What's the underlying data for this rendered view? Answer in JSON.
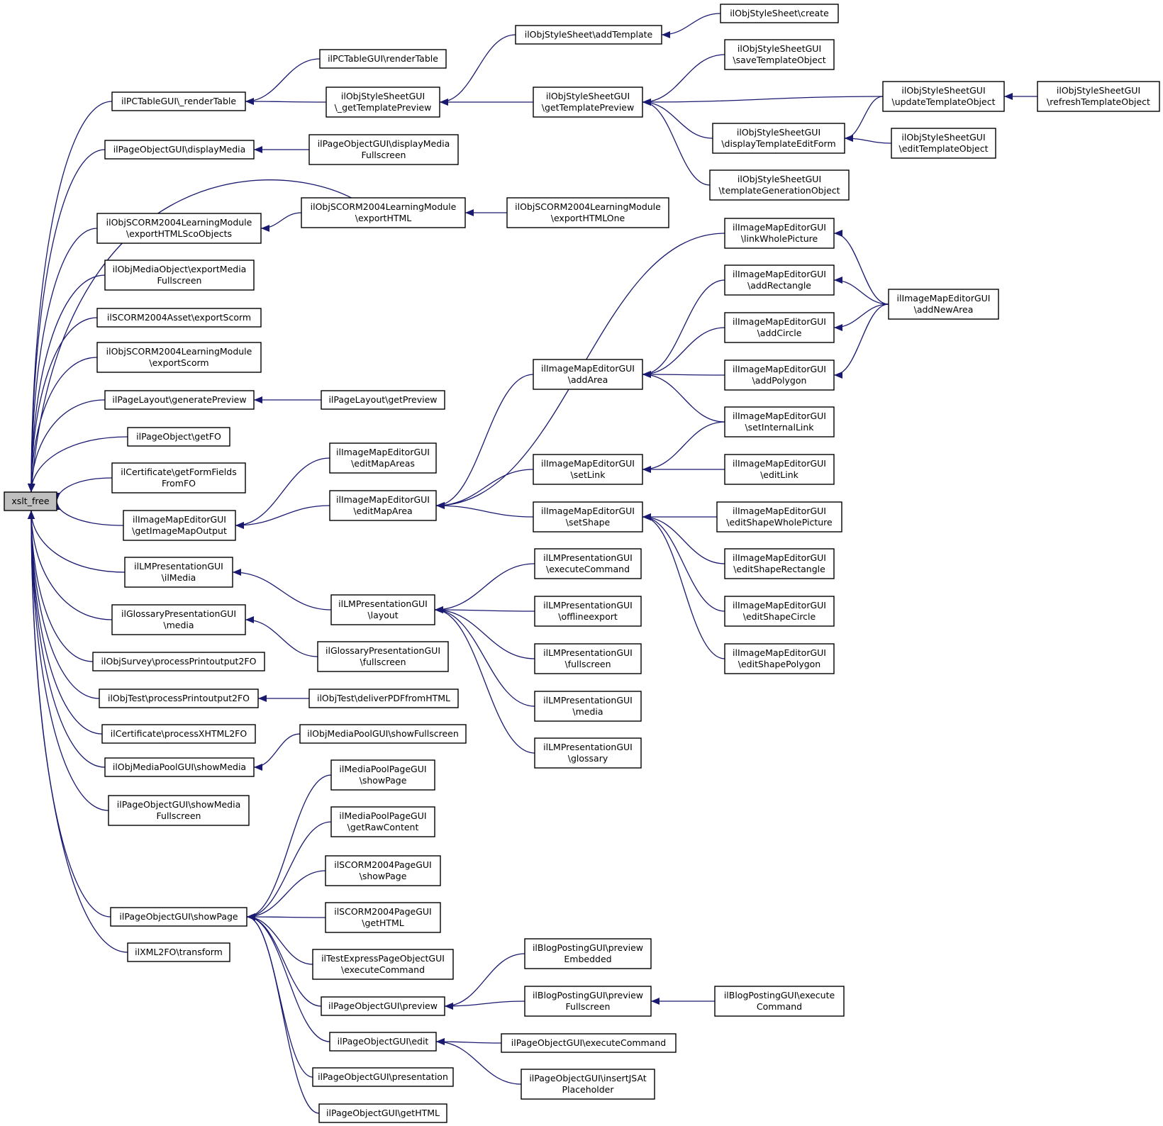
{
  "graph": {
    "title": "",
    "root": "xslt_free",
    "colors": {
      "edge": "#191970",
      "root_fill": "#bfbfbf",
      "node_fill": "#ffffff",
      "node_border": "#000000"
    },
    "nodes": [
      {
        "id": "n0",
        "lines": [
          "xslt_free"
        ]
      },
      {
        "id": "n1",
        "lines": [
          "ilPCTableGUI\\_renderTable"
        ]
      },
      {
        "id": "n2",
        "lines": [
          "ilPageObjectGUI\\displayMedia"
        ]
      },
      {
        "id": "n3",
        "lines": [
          "ilObjSCORM2004LearningModule",
          "\\exportHTMLScoObjects"
        ]
      },
      {
        "id": "n4",
        "lines": [
          "ilObjMediaObject\\exportMedia",
          "Fullscreen"
        ]
      },
      {
        "id": "n5",
        "lines": [
          "ilSCORM2004Asset\\exportScorm"
        ]
      },
      {
        "id": "n6",
        "lines": [
          "ilObjSCORM2004LearningModule",
          "\\exportScorm"
        ]
      },
      {
        "id": "n7",
        "lines": [
          "ilPageLayout\\generatePreview"
        ]
      },
      {
        "id": "n8",
        "lines": [
          "ilPageObject\\getFO"
        ]
      },
      {
        "id": "n9",
        "lines": [
          "ilCertificate\\getFormFields",
          "FromFO"
        ]
      },
      {
        "id": "n10",
        "lines": [
          "ilImageMapEditorGUI",
          "\\getImageMapOutput"
        ]
      },
      {
        "id": "n11",
        "lines": [
          "ilLMPresentationGUI",
          "\\ilMedia"
        ]
      },
      {
        "id": "n12",
        "lines": [
          "ilGlossaryPresentationGUI",
          "\\media"
        ]
      },
      {
        "id": "n13",
        "lines": [
          "ilObjSurvey\\processPrintoutput2FO"
        ]
      },
      {
        "id": "n14",
        "lines": [
          "ilObjTest\\processPrintoutput2FO"
        ]
      },
      {
        "id": "n15",
        "lines": [
          "ilCertificate\\processXHTML2FO"
        ]
      },
      {
        "id": "n16",
        "lines": [
          "ilObjMediaPoolGUI\\showMedia"
        ]
      },
      {
        "id": "n17",
        "lines": [
          "ilPageObjectGUI\\showMedia",
          "Fullscreen"
        ]
      },
      {
        "id": "n18",
        "lines": [
          "ilPageObjectGUI\\showPage"
        ]
      },
      {
        "id": "n19",
        "lines": [
          "ilXML2FO\\transform"
        ]
      },
      {
        "id": "n20",
        "lines": [
          "ilPCTableGUI\\renderTable"
        ]
      },
      {
        "id": "n21",
        "lines": [
          "ilObjStyleSheetGUI",
          "\\_getTemplatePreview"
        ]
      },
      {
        "id": "n22",
        "lines": [
          "ilPageObjectGUI\\displayMedia",
          "Fullscreen"
        ]
      },
      {
        "id": "n23",
        "lines": [
          "ilObjSCORM2004LearningModule",
          "\\exportHTML"
        ]
      },
      {
        "id": "n24",
        "lines": [
          "ilPageLayout\\getPreview"
        ]
      },
      {
        "id": "n25",
        "lines": [
          "ilImageMapEditorGUI",
          "\\editMapAreas"
        ]
      },
      {
        "id": "n26",
        "lines": [
          "ilImageMapEditorGUI",
          "\\editMapArea"
        ]
      },
      {
        "id": "n27",
        "lines": [
          "ilLMPresentationGUI",
          "\\layout"
        ]
      },
      {
        "id": "n28",
        "lines": [
          "ilGlossaryPresentationGUI",
          "\\fullscreen"
        ]
      },
      {
        "id": "n29",
        "lines": [
          "ilObjTest\\deliverPDFfromHTML"
        ]
      },
      {
        "id": "n30",
        "lines": [
          "ilObjMediaPoolGUI\\showFullscreen"
        ]
      },
      {
        "id": "n31",
        "lines": [
          "ilMediaPoolPageGUI",
          "\\showPage"
        ]
      },
      {
        "id": "n32",
        "lines": [
          "ilMediaPoolPageGUI",
          "\\getRawContent"
        ]
      },
      {
        "id": "n33",
        "lines": [
          "ilSCORM2004PageGUI",
          "\\showPage"
        ]
      },
      {
        "id": "n34",
        "lines": [
          "ilSCORM2004PageGUI",
          "\\getHTML"
        ]
      },
      {
        "id": "n35",
        "lines": [
          "ilTestExpressPageObjectGUI",
          "\\executeCommand"
        ]
      },
      {
        "id": "n36",
        "lines": [
          "ilPageObjectGUI\\preview"
        ]
      },
      {
        "id": "n37",
        "lines": [
          "ilPageObjectGUI\\edit"
        ]
      },
      {
        "id": "n38",
        "lines": [
          "ilPageObjectGUI\\presentation"
        ]
      },
      {
        "id": "n39",
        "lines": [
          "ilPageObjectGUI\\getHTML"
        ]
      },
      {
        "id": "n40",
        "lines": [
          "ilObjStyleSheet\\addTemplate"
        ]
      },
      {
        "id": "n41",
        "lines": [
          "ilObjStyleSheetGUI",
          "\\getTemplatePreview"
        ]
      },
      {
        "id": "n42",
        "lines": [
          "ilObjSCORM2004LearningModule",
          "\\exportHTMLOne"
        ]
      },
      {
        "id": "n43",
        "lines": [
          "ilImageMapEditorGUI",
          "\\addArea"
        ]
      },
      {
        "id": "n44",
        "lines": [
          "ilImageMapEditorGUI",
          "\\setLink"
        ]
      },
      {
        "id": "n45",
        "lines": [
          "ilImageMapEditorGUI",
          "\\setShape"
        ]
      },
      {
        "id": "n46",
        "lines": [
          "ilLMPresentationGUI",
          "\\executeCommand"
        ]
      },
      {
        "id": "n47",
        "lines": [
          "ilLMPresentationGUI",
          "\\offlineexport"
        ]
      },
      {
        "id": "n48",
        "lines": [
          "ilLMPresentationGUI",
          "\\fullscreen"
        ]
      },
      {
        "id": "n49",
        "lines": [
          "ilLMPresentationGUI",
          "\\media"
        ]
      },
      {
        "id": "n50",
        "lines": [
          "ilLMPresentationGUI",
          "\\glossary"
        ]
      },
      {
        "id": "n51",
        "lines": [
          "ilBlogPostingGUI\\preview",
          "Embedded"
        ]
      },
      {
        "id": "n52",
        "lines": [
          "ilBlogPostingGUI\\preview",
          "Fullscreen"
        ]
      },
      {
        "id": "n53",
        "lines": [
          "ilPageObjectGUI\\executeCommand"
        ]
      },
      {
        "id": "n54",
        "lines": [
          "ilPageObjectGUI\\insertJSAt",
          "Placeholder"
        ]
      },
      {
        "id": "n55",
        "lines": [
          "ilObjStyleSheet\\create"
        ]
      },
      {
        "id": "n56",
        "lines": [
          "ilObjStyleSheetGUI",
          "\\saveTemplateObject"
        ]
      },
      {
        "id": "n57",
        "lines": [
          "ilObjStyleSheetGUI",
          "\\displayTemplateEditForm"
        ]
      },
      {
        "id": "n58",
        "lines": [
          "ilObjStyleSheetGUI",
          "\\templateGenerationObject"
        ]
      },
      {
        "id": "n59",
        "lines": [
          "ilImageMapEditorGUI",
          "\\linkWholePicture"
        ]
      },
      {
        "id": "n60",
        "lines": [
          "ilImageMapEditorGUI",
          "\\addRectangle"
        ]
      },
      {
        "id": "n61",
        "lines": [
          "ilImageMapEditorGUI",
          "\\addCircle"
        ]
      },
      {
        "id": "n62",
        "lines": [
          "ilImageMapEditorGUI",
          "\\addPolygon"
        ]
      },
      {
        "id": "n63",
        "lines": [
          "ilImageMapEditorGUI",
          "\\setInternalLink"
        ]
      },
      {
        "id": "n64",
        "lines": [
          "ilImageMapEditorGUI",
          "\\editLink"
        ]
      },
      {
        "id": "n65",
        "lines": [
          "ilImageMapEditorGUI",
          "\\editShapeWholePicture"
        ]
      },
      {
        "id": "n66",
        "lines": [
          "ilImageMapEditorGUI",
          "\\editShapeRectangle"
        ]
      },
      {
        "id": "n67",
        "lines": [
          "ilImageMapEditorGUI",
          "\\editShapeCircle"
        ]
      },
      {
        "id": "n68",
        "lines": [
          "ilImageMapEditorGUI",
          "\\editShapePolygon"
        ]
      },
      {
        "id": "n69",
        "lines": [
          "ilBlogPostingGUI\\execute",
          "Command"
        ]
      },
      {
        "id": "n70",
        "lines": [
          "ilObjStyleSheetGUI",
          "\\updateTemplateObject"
        ]
      },
      {
        "id": "n71",
        "lines": [
          "ilObjStyleSheetGUI",
          "\\editTemplateObject"
        ]
      },
      {
        "id": "n72",
        "lines": [
          "ilImageMapEditorGUI",
          "\\addNewArea"
        ]
      },
      {
        "id": "n73",
        "lines": [
          "ilObjStyleSheetGUI",
          "\\refreshTemplateObject"
        ]
      }
    ],
    "edges": [
      [
        "n1",
        "n0"
      ],
      [
        "n2",
        "n0"
      ],
      [
        "n3",
        "n0"
      ],
      [
        "n4",
        "n0"
      ],
      [
        "n5",
        "n0"
      ],
      [
        "n6",
        "n0"
      ],
      [
        "n7",
        "n0"
      ],
      [
        "n8",
        "n0"
      ],
      [
        "n9",
        "n0"
      ],
      [
        "n10",
        "n0"
      ],
      [
        "n11",
        "n0"
      ],
      [
        "n12",
        "n0"
      ],
      [
        "n13",
        "n0"
      ],
      [
        "n14",
        "n0"
      ],
      [
        "n15",
        "n0"
      ],
      [
        "n16",
        "n0"
      ],
      [
        "n17",
        "n0"
      ],
      [
        "n18",
        "n0"
      ],
      [
        "n19",
        "n0"
      ],
      [
        "n23",
        "n0"
      ],
      [
        "n20",
        "n1"
      ],
      [
        "n21",
        "n1"
      ],
      [
        "n22",
        "n2"
      ],
      [
        "n23",
        "n3"
      ],
      [
        "n24",
        "n7"
      ],
      [
        "n25",
        "n10"
      ],
      [
        "n26",
        "n10"
      ],
      [
        "n27",
        "n11"
      ],
      [
        "n28",
        "n12"
      ],
      [
        "n29",
        "n14"
      ],
      [
        "n30",
        "n16"
      ],
      [
        "n31",
        "n18"
      ],
      [
        "n32",
        "n18"
      ],
      [
        "n33",
        "n18"
      ],
      [
        "n34",
        "n18"
      ],
      [
        "n35",
        "n18"
      ],
      [
        "n36",
        "n18"
      ],
      [
        "n37",
        "n18"
      ],
      [
        "n38",
        "n18"
      ],
      [
        "n39",
        "n18"
      ],
      [
        "n40",
        "n21"
      ],
      [
        "n41",
        "n21"
      ],
      [
        "n42",
        "n23"
      ],
      [
        "n43",
        "n26"
      ],
      [
        "n44",
        "n26"
      ],
      [
        "n45",
        "n26"
      ],
      [
        "n59",
        "n26"
      ],
      [
        "n46",
        "n27"
      ],
      [
        "n47",
        "n27"
      ],
      [
        "n48",
        "n27"
      ],
      [
        "n49",
        "n27"
      ],
      [
        "n50",
        "n27"
      ],
      [
        "n51",
        "n36"
      ],
      [
        "n52",
        "n36"
      ],
      [
        "n53",
        "n37"
      ],
      [
        "n54",
        "n37"
      ],
      [
        "n55",
        "n40"
      ],
      [
        "n56",
        "n41"
      ],
      [
        "n57",
        "n41"
      ],
      [
        "n58",
        "n41"
      ],
      [
        "n70",
        "n41"
      ],
      [
        "n60",
        "n43"
      ],
      [
        "n61",
        "n43"
      ],
      [
        "n62",
        "n43"
      ],
      [
        "n63",
        "n43"
      ],
      [
        "n63",
        "n44"
      ],
      [
        "n64",
        "n44"
      ],
      [
        "n65",
        "n45"
      ],
      [
        "n66",
        "n45"
      ],
      [
        "n67",
        "n45"
      ],
      [
        "n68",
        "n45"
      ],
      [
        "n69",
        "n52"
      ],
      [
        "n70",
        "n57"
      ],
      [
        "n71",
        "n57"
      ],
      [
        "n72",
        "n59"
      ],
      [
        "n72",
        "n60"
      ],
      [
        "n72",
        "n61"
      ],
      [
        "n72",
        "n62"
      ],
      [
        "n73",
        "n70"
      ]
    ]
  }
}
